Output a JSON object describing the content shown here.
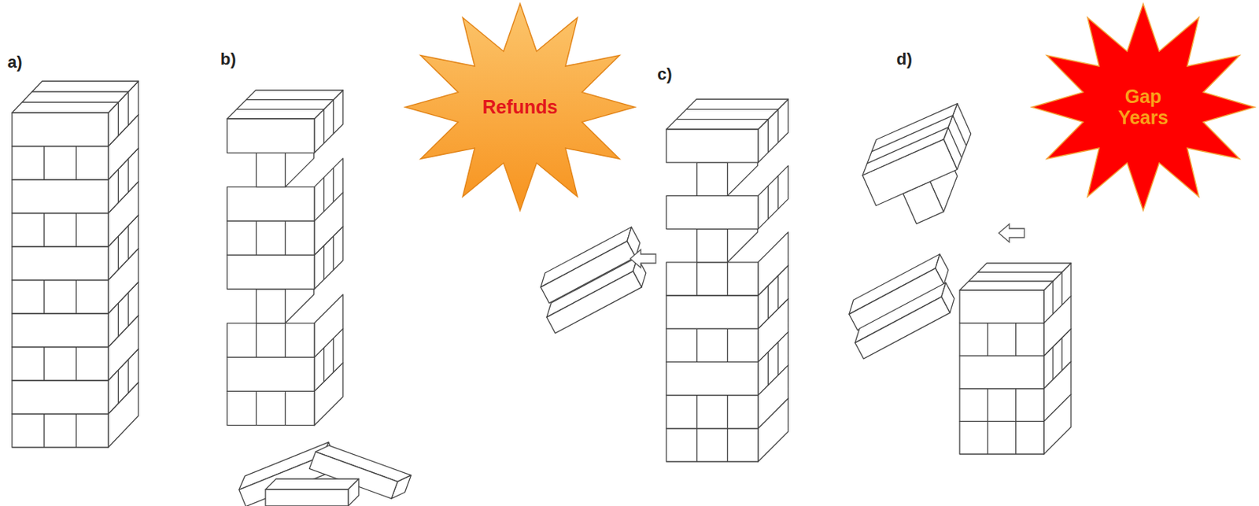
{
  "diagram": {
    "nodes": [
      {
        "text": [
          "Refunds"
        ]
      },
      {
        "text": [
          "Gap Years"
        ]
      }
    ],
    "labels": [
      "a)",
      "b)",
      "c)",
      "d)"
    ]
  }
}
